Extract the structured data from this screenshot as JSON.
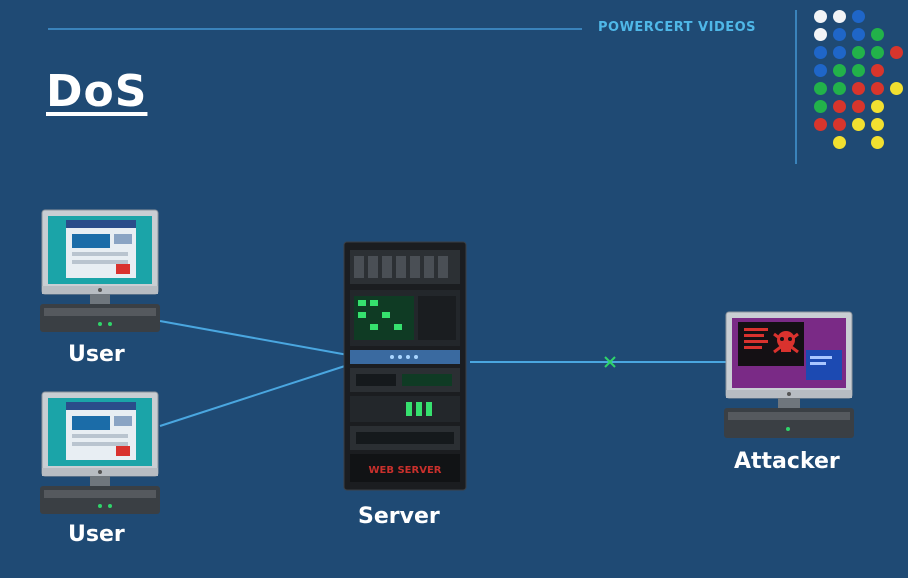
{
  "title": "DoS",
  "brand": "POWERCERT VIDEOS",
  "nodes": {
    "user1": "User",
    "user2": "User",
    "server": "Server",
    "attacker": "Attacker"
  },
  "server_rack_label": "WEB SERVER",
  "colors": {
    "background": "#1f4a74",
    "line": "#4aa7e0",
    "brand": "#4fb8e8",
    "attacker_screen": "#7a2a86"
  },
  "logo_dots": [
    [
      "white",
      "white",
      "blue",
      null,
      null
    ],
    [
      "white",
      "blue",
      "blue",
      "green",
      null
    ],
    [
      "blue",
      "blue",
      "green",
      "green",
      "red"
    ],
    [
      "blue",
      "green",
      "green",
      "red",
      null
    ],
    [
      "green",
      "green",
      "red",
      "red",
      "yellow"
    ],
    [
      "green",
      "red",
      "red",
      "yellow",
      null
    ],
    [
      "red",
      "red",
      "yellow",
      "yellow",
      null
    ],
    [
      null,
      "yellow",
      null,
      "yellow",
      null
    ]
  ]
}
